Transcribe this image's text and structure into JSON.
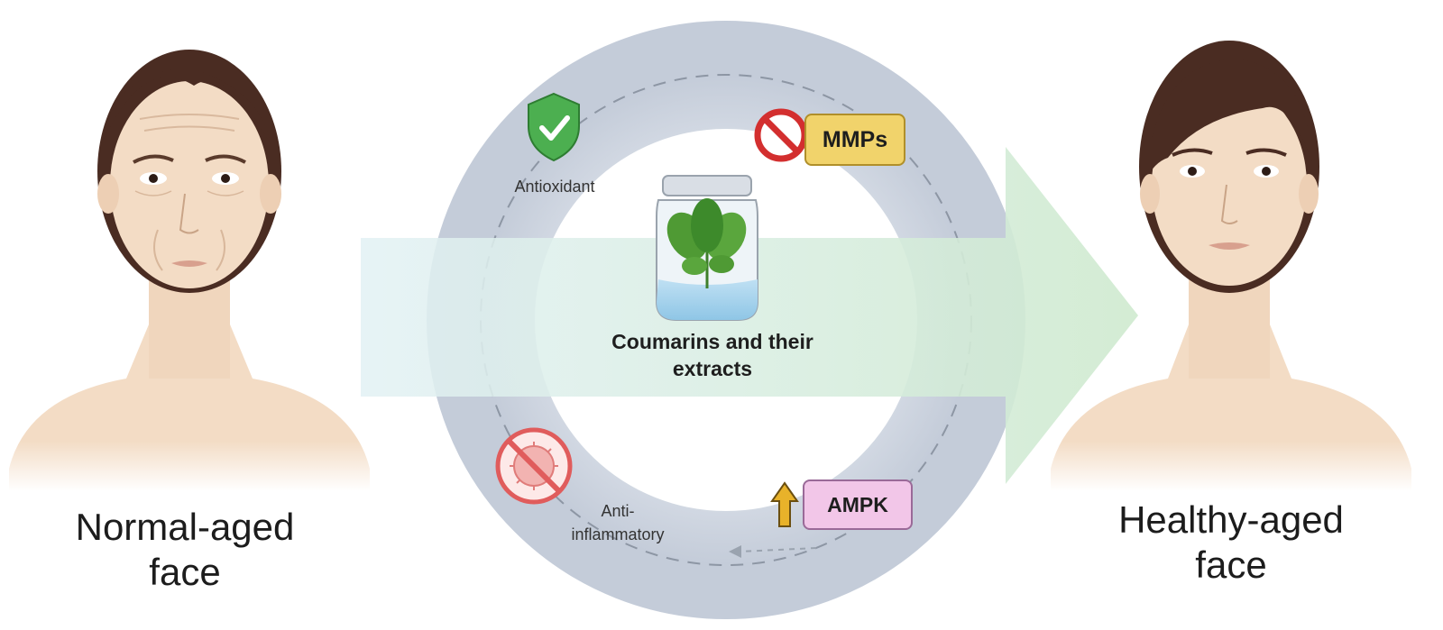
{
  "left_caption": {
    "line1": "Normal-aged",
    "line2": "face"
  },
  "right_caption": {
    "line1": "Healthy-aged",
    "line2": "face"
  },
  "center": {
    "line1": "Coumarins and their",
    "line2": "extracts"
  },
  "antioxidant": {
    "label": "Antioxidant"
  },
  "mmps": {
    "label": "MMPs"
  },
  "anti_inflammatory": {
    "line1": "Anti-",
    "line2": "inflammatory"
  },
  "ampk": {
    "label": "AMPK"
  },
  "colors": {
    "ring": "#c9d1dd",
    "arrow": "#d3ecd4",
    "skin": "#f3dcc5",
    "hair": "#4a2c22",
    "shield": "#4caf50",
    "mmps_badge": "#f1d36b",
    "ampk_badge": "#f2c6e8",
    "up_arrow": "#e8b22a",
    "prohibit_red": "#d32f2f"
  },
  "icons": [
    "green-shield-check-icon",
    "prohibited-sign-icon",
    "crossed-virus-icon",
    "up-arrow-icon",
    "jar-with-leaves-icon"
  ]
}
